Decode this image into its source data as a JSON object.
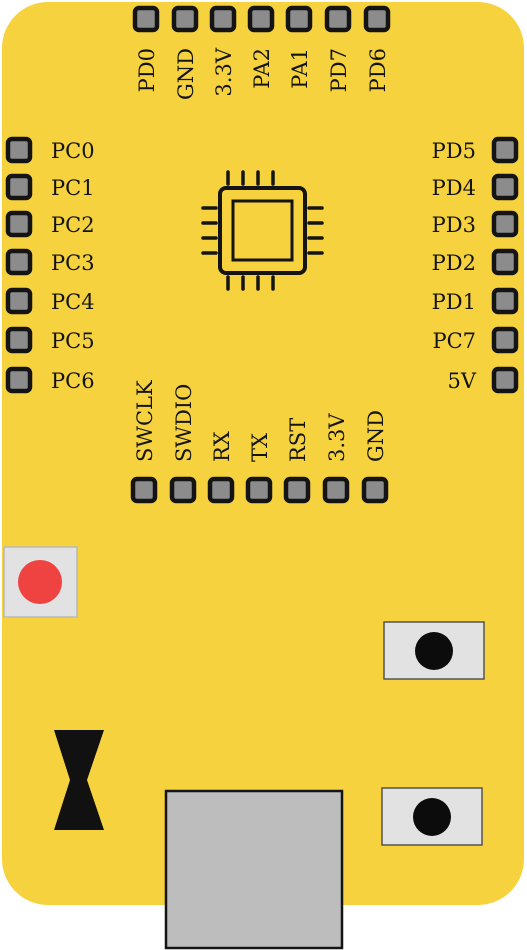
{
  "colors": {
    "board": "#f6d23e",
    "pin_fill": "#8c8c8c",
    "outline": "#141414",
    "led": "#ee4340",
    "button_body": "#e2e2e2",
    "connector": "#bdbdbd"
  },
  "pins": {
    "top": [
      "PD0",
      "GND",
      "3.3V",
      "PA2",
      "PA1",
      "PD7",
      "PD6"
    ],
    "left": [
      "PC0",
      "PC1",
      "PC2",
      "PC3",
      "PC4",
      "PC5",
      "PC6"
    ],
    "right": [
      "PD5",
      "PD4",
      "PD3",
      "PD2",
      "PD1",
      "PC7",
      "5V"
    ],
    "bottom": [
      "SWCLK",
      "SWDIO",
      "RX",
      "TX",
      "RST",
      "3.3V",
      "GND"
    ]
  },
  "components": {
    "chip": "microcontroller-chip-icon",
    "led": "red-led-icon",
    "buttons": [
      "push-button-icon",
      "push-button-icon"
    ],
    "connector": "usb-connector-icon",
    "jumper": "jumper-connector-icon"
  }
}
